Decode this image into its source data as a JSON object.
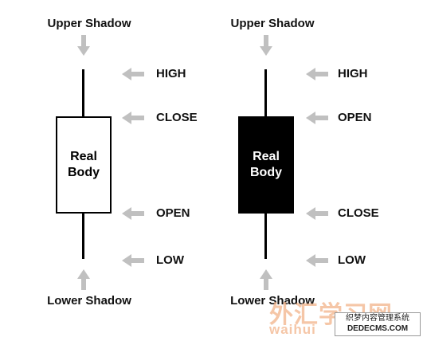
{
  "left": {
    "upper_shadow": "Upper Shadow",
    "lower_shadow": "Lower Shadow",
    "body_line1": "Real",
    "body_line2": "Body",
    "high": "HIGH",
    "top_price": "CLOSE",
    "bottom_price": "OPEN",
    "low": "LOW",
    "body_color": "#ffffff"
  },
  "right": {
    "upper_shadow": "Upper Shadow",
    "lower_shadow": "Lower Shadow",
    "body_line1": "Real",
    "body_line2": "Body",
    "high": "HIGH",
    "top_price": "OPEN",
    "bottom_price": "CLOSE",
    "low": "LOW",
    "body_color": "#000000"
  },
  "watermark": {
    "logo_text": "外汇学习网",
    "url_text": "waihui",
    "badge_line1": "织梦内容管理系统",
    "badge_line2": "DEDECMS.COM"
  },
  "colors": {
    "arrow": "#c0c0c0",
    "line": "#000000",
    "watermark": "#f2b48a"
  }
}
